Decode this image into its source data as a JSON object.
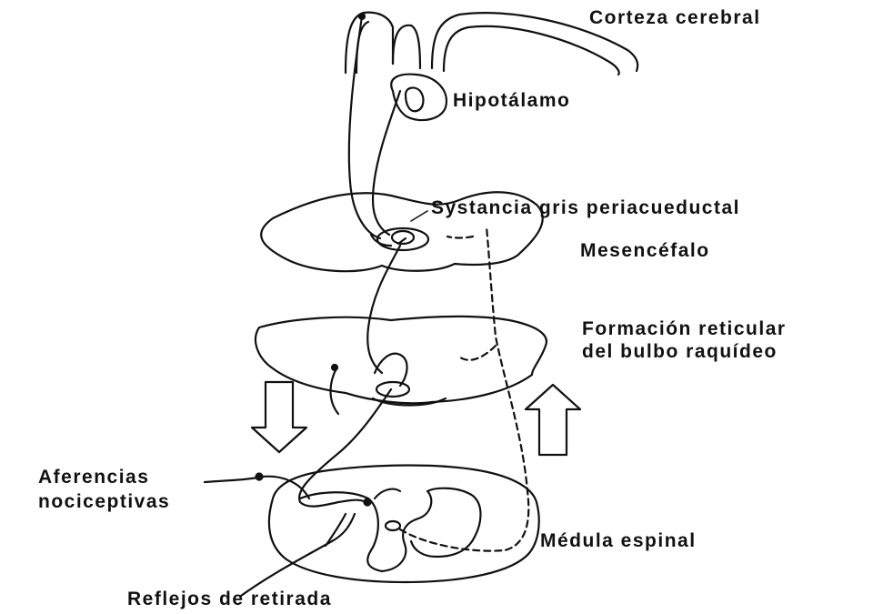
{
  "labels": {
    "cortex": "Corteza cerebral",
    "hypothalamus": "Hipotálamo",
    "pag": "Systancia gris periacueductal",
    "midbrain": "Mesencéfalo",
    "reticular_line1": "Formación reticular",
    "reticular_line2": "del bulbo raquídeo",
    "nociceptive_line1": "Aferencias",
    "nociceptive_line2": "nociceptivas",
    "spinal_cord": "Médula espinal",
    "withdrawal": "Reflejos de retirada"
  },
  "colors": {
    "ink": "#111111",
    "background": "#ffffff"
  },
  "arrows": {
    "descending": "down-arrow-icon",
    "ascending": "up-arrow-icon"
  }
}
